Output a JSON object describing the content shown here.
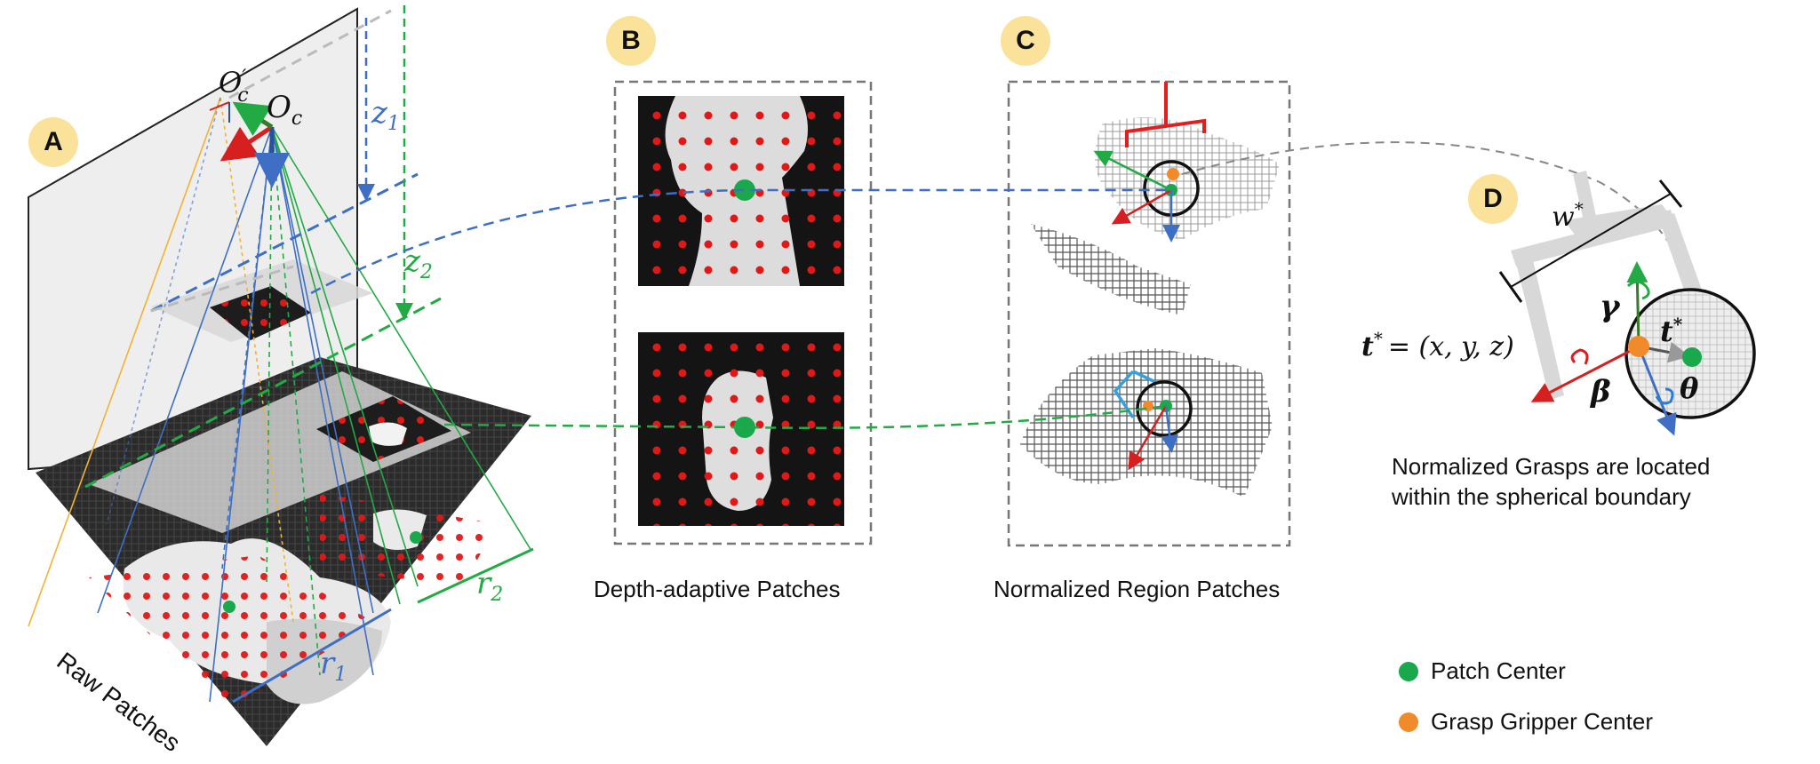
{
  "panels": {
    "a": {
      "badge": "A",
      "caption": "Raw Patches"
    },
    "b": {
      "badge": "B",
      "caption": "Depth-adaptive Patches"
    },
    "c": {
      "badge": "C",
      "caption": "Normalized Region Patches"
    },
    "d": {
      "badge": "D",
      "note_line1": "Normalized Grasps are located",
      "note_line2": "within the spherical boundary"
    }
  },
  "symbols": {
    "oc": "O",
    "oc_sub": "c",
    "oc_prime": "O",
    "oc_prime_sub": "c",
    "oc_prime_mark": "′",
    "z1": "z",
    "z1_sub": "1",
    "z2": "z",
    "z2_sub": "2",
    "r1": "r",
    "r1_sub": "1",
    "r2": "r",
    "r2_sub": "2",
    "w": "w",
    "w_sup": "*",
    "t": "t",
    "t_sup": "*",
    "t_formula_rhs": "= (x, y, z)",
    "gamma": "γ",
    "beta": "β",
    "theta": "θ"
  },
  "legend": [
    {
      "label": "Patch Center",
      "color": "#1aa84d"
    },
    {
      "label": "Grasp Gripper Center",
      "color": "#f08a2b"
    }
  ],
  "colors": {
    "badge": "#fbe29b",
    "blue": "#3f6fc4",
    "green": "#22aa44",
    "red": "#d62020",
    "orange": "#f08a2b"
  }
}
